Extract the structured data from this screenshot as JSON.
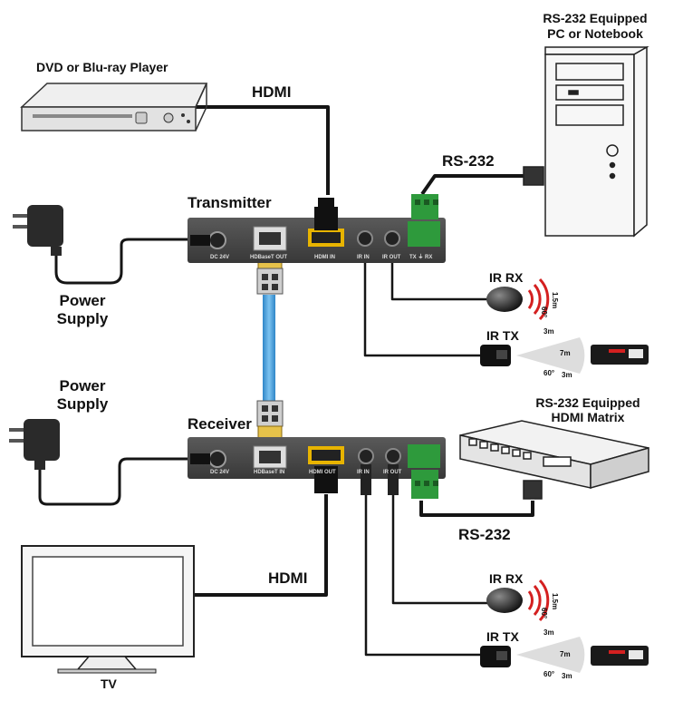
{
  "labels": {
    "dvd_player": "DVD or Blu-ray Player",
    "hdmi_top": "HDMI",
    "pc_title_line1": "RS-232 Equipped",
    "pc_title_line2": "PC or Notebook",
    "rs232_top": "RS-232",
    "transmitter": "Transmitter",
    "power_supply_top_line1": "Power",
    "power_supply_top_line2": "Supply",
    "ir_rx_top": "IR RX",
    "ir_tx_top": "IR TX",
    "power_supply_bottom_line1": "Power",
    "power_supply_bottom_line2": "Supply",
    "receiver": "Receiver",
    "matrix_title_line1": "RS-232 Equipped",
    "matrix_title_line2": "HDMI Matrix",
    "rs232_bottom": "RS-232",
    "hdmi_bottom": "HDMI",
    "ir_rx_bottom": "IR RX",
    "ir_tx_bottom": "IR TX",
    "tv": "TV"
  },
  "port_labels": {
    "tx_dc": "DC 24V",
    "tx_hdbaset": "HDBaseT OUT",
    "tx_hdmi": "HDMI IN",
    "tx_ir_in": "IR IN",
    "tx_ir_out": "IR OUT",
    "tx_rs232": "TX  ⏚  RX",
    "rx_dc": "DC 24V",
    "rx_hdbaset": "HDBaseT IN",
    "rx_hdmi": "HDMI OUT",
    "rx_ir_in": "IR IN",
    "rx_ir_out": "IR OUT"
  },
  "ir_specs": {
    "rx_range": "1.5m",
    "rx_angle": "60°",
    "tx_range_a": "3m",
    "tx_range_b": "7m",
    "tx_range_c": "3m",
    "tx_angle": "60°"
  },
  "colors": {
    "cable": "#151515",
    "device_box": "#4a4a4a",
    "hdmi_gold": "#e8b400",
    "rs232_green": "#2e9a3c",
    "cat_cable": "#3a9ad9",
    "ir_red": "#d42020"
  }
}
